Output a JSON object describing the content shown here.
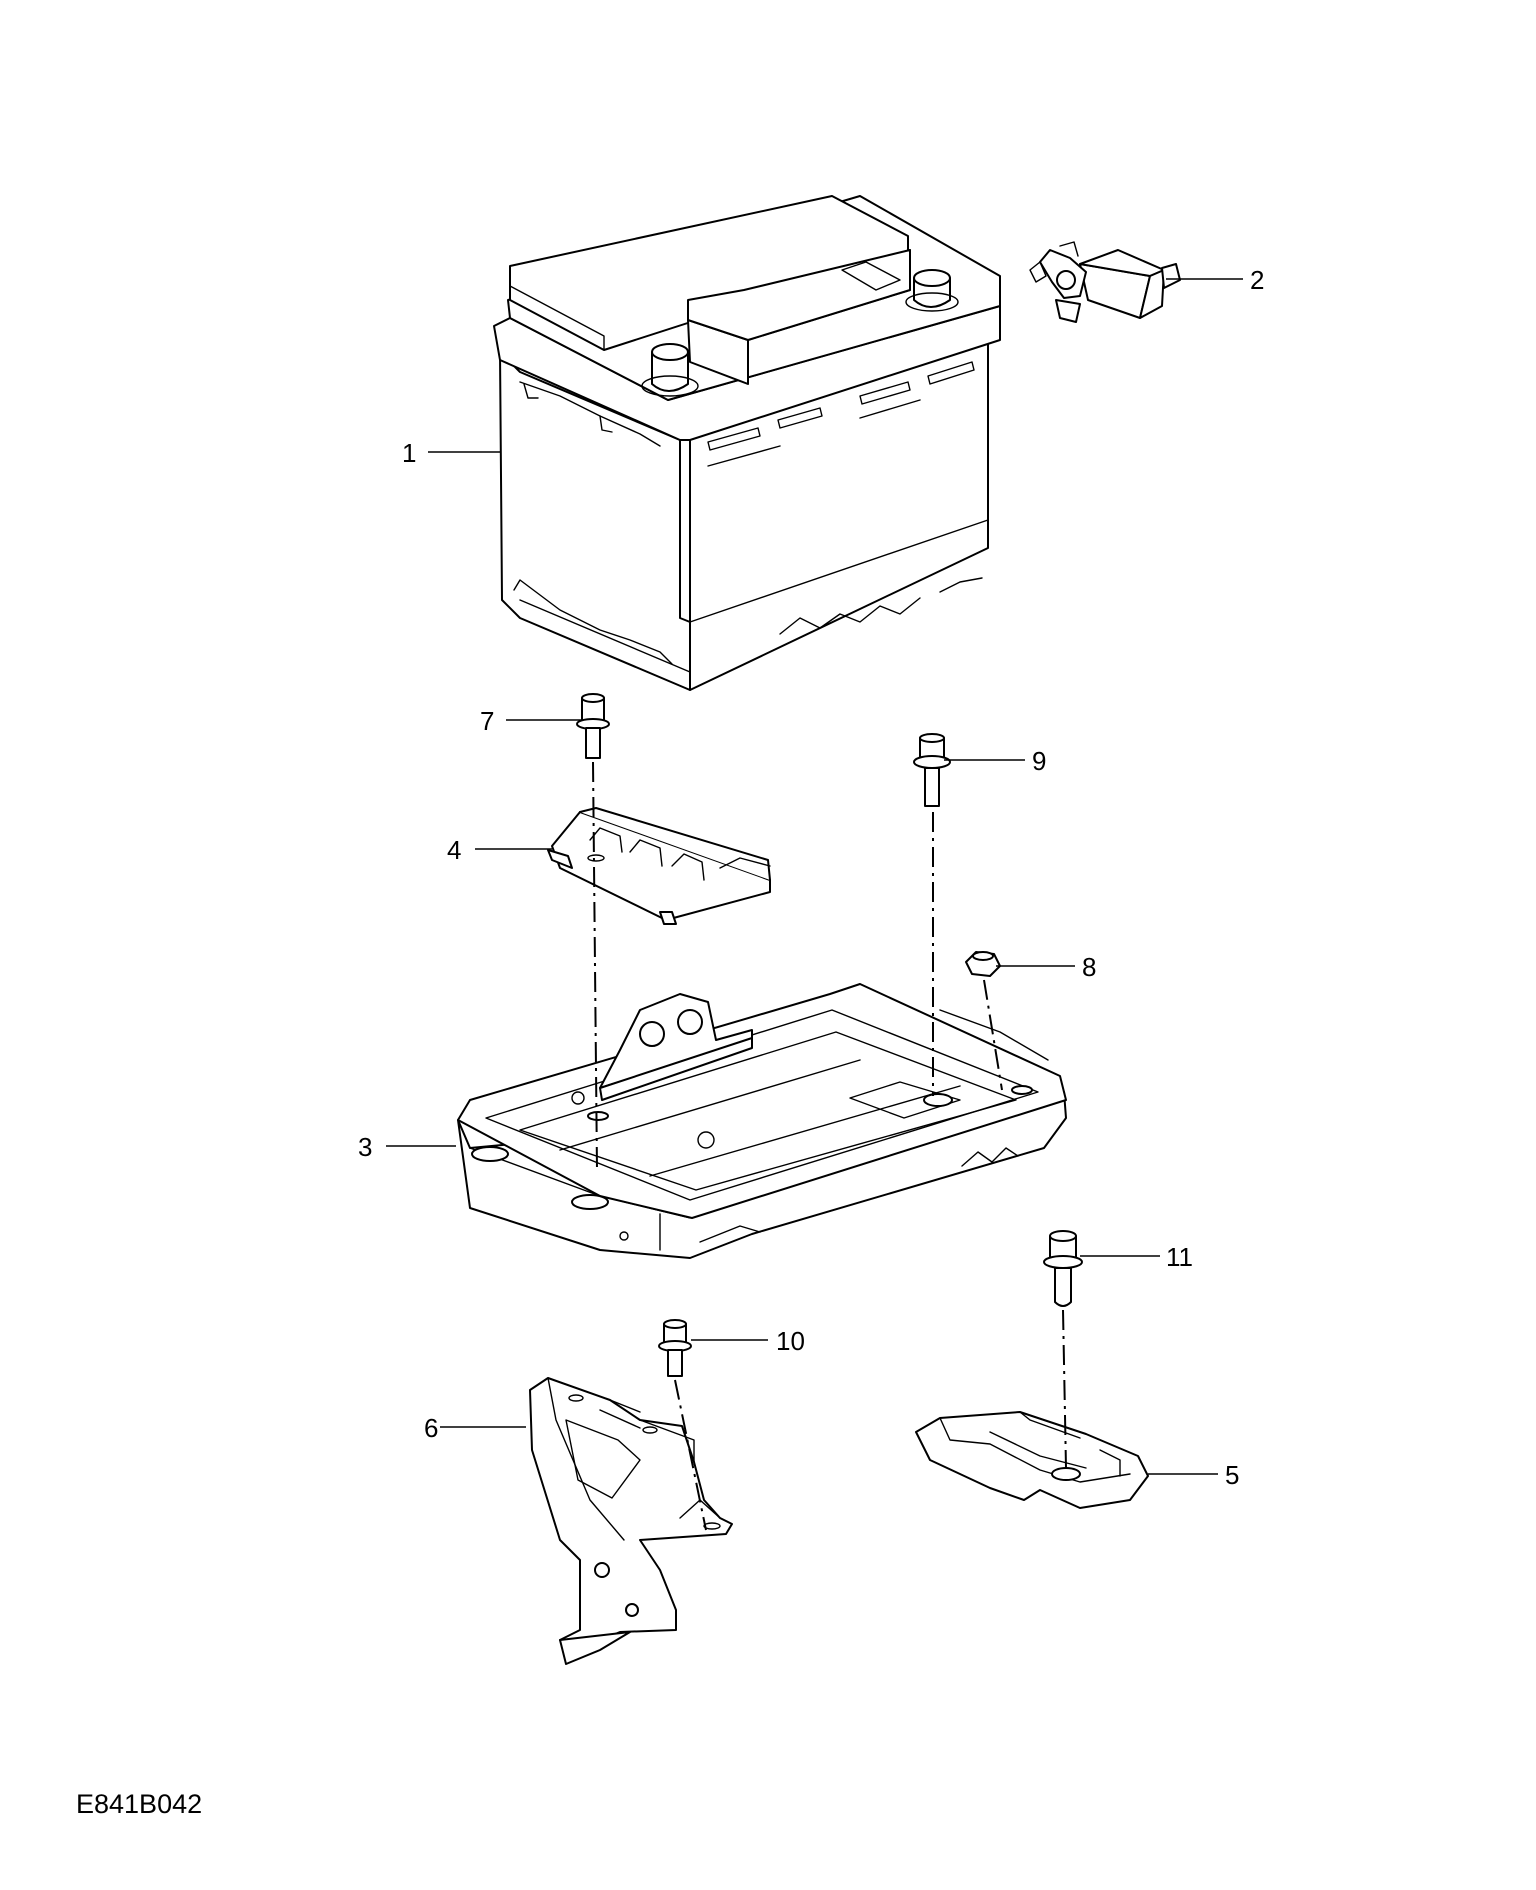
{
  "diagram": {
    "reference_code": "E841B042",
    "callouts": [
      {
        "number": "1",
        "part": "battery"
      },
      {
        "number": "2",
        "part": "battery-sensor"
      },
      {
        "number": "3",
        "part": "battery-tray"
      },
      {
        "number": "4",
        "part": "battery-clamp"
      },
      {
        "number": "5",
        "part": "tray-support-bracket"
      },
      {
        "number": "6",
        "part": "tray-mounting-bracket"
      },
      {
        "number": "7",
        "part": "clamp-bolt"
      },
      {
        "number": "8",
        "part": "nut"
      },
      {
        "number": "9",
        "part": "tray-bolt"
      },
      {
        "number": "10",
        "part": "bracket-bolt"
      },
      {
        "number": "11",
        "part": "support-bolt"
      }
    ]
  }
}
